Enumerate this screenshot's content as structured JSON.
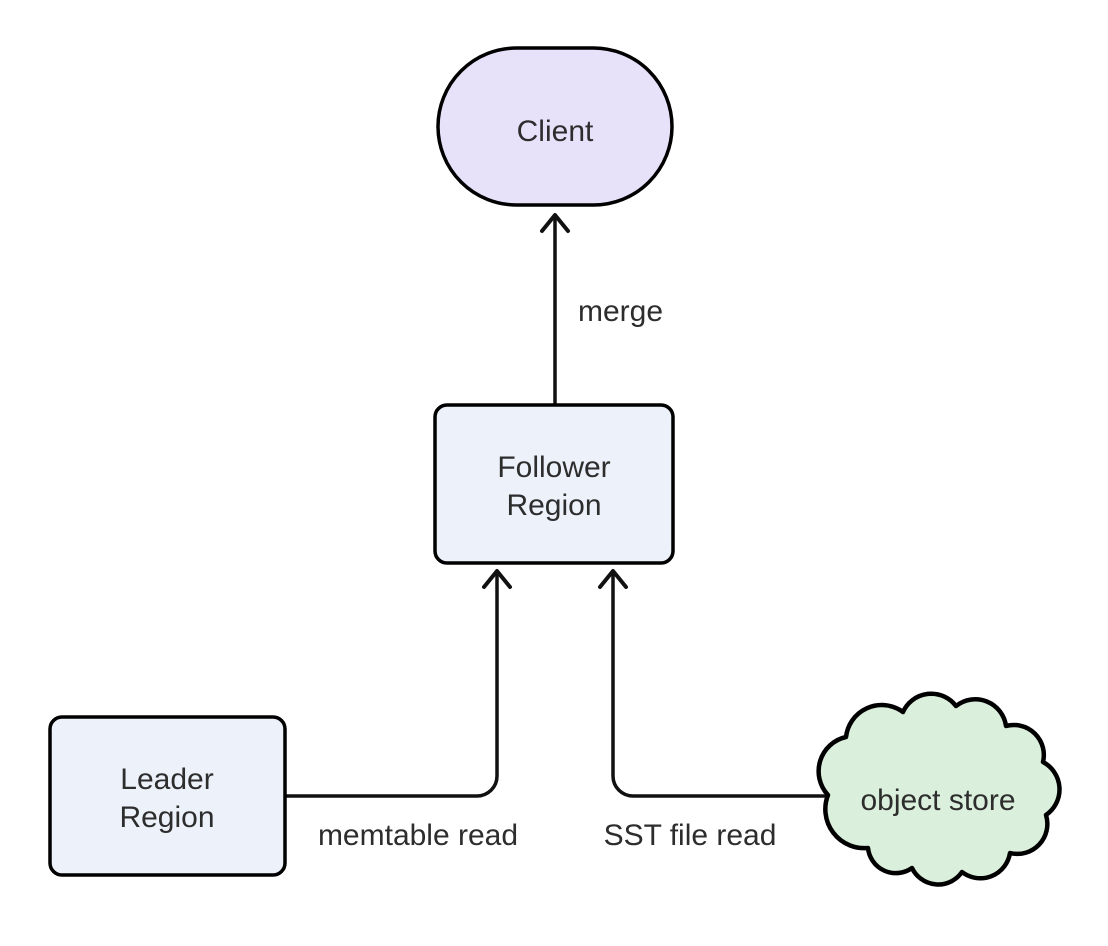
{
  "diagram": {
    "type": "flowchart",
    "nodes": {
      "client": {
        "label": "Client",
        "shape": "stadium",
        "fill": "#e7e1f9"
      },
      "follower": {
        "label": "Follower Region",
        "line1": "Follower",
        "line2": "Region",
        "shape": "rounded-rect",
        "fill": "#edf1fa"
      },
      "leader": {
        "label": "Leader Region",
        "line1": "Leader",
        "line2": "Region",
        "shape": "rounded-rect",
        "fill": "#edf1fa"
      },
      "object_store": {
        "label": "object store",
        "shape": "cloud",
        "fill": "#dbf0dc"
      }
    },
    "edges": [
      {
        "from": "Follower Region",
        "to": "Client",
        "label": "merge"
      },
      {
        "from": "Leader Region",
        "to": "Follower Region",
        "label": "memtable read"
      },
      {
        "from": "object store",
        "to": "Follower Region",
        "label": "SST file read"
      }
    ],
    "colors": {
      "client_fill": "#e7e1f9",
      "region_fill": "#edf1fa",
      "cloud_fill": "#dbf0dc",
      "node_stroke": "#000000",
      "edge_stroke": "#111111",
      "text": "#2d2d2d",
      "background": "#ffffff"
    }
  }
}
